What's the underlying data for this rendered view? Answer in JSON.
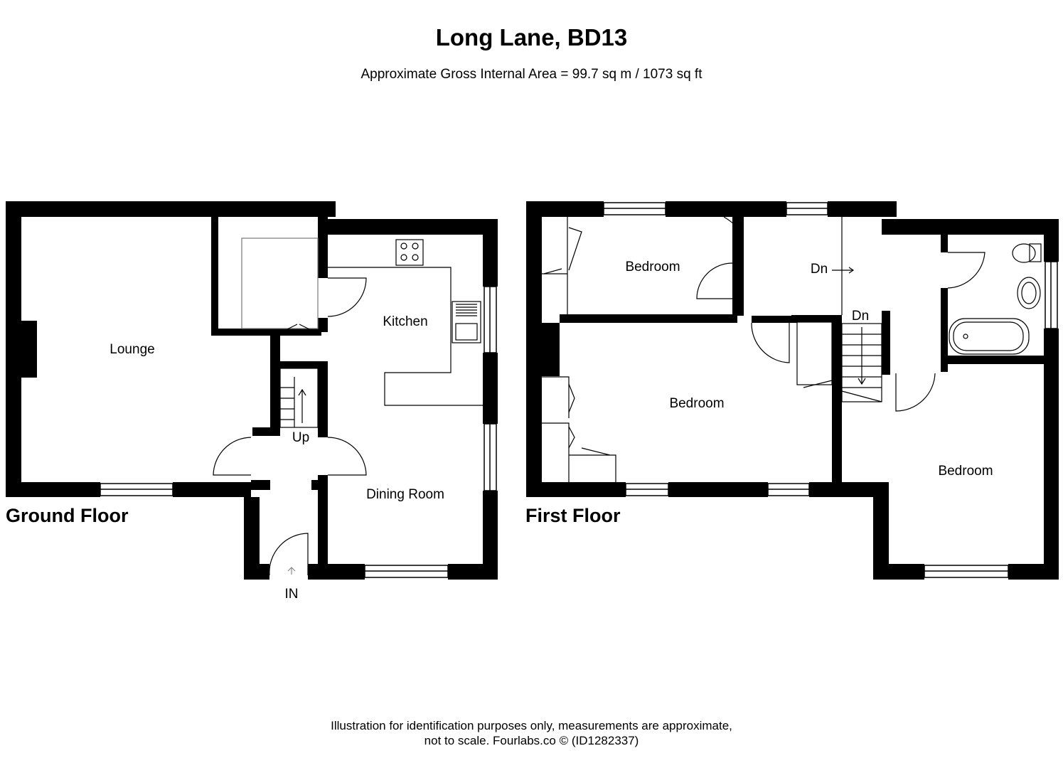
{
  "header": {
    "title": "Long Lane, BD13",
    "subtitle": "Approximate Gross Internal Area = 99.7 sq m / 1073 sq ft"
  },
  "floors": {
    "ground": {
      "label": "Ground Floor",
      "rooms": {
        "lounge": "Lounge",
        "kitchen": "Kitchen",
        "dining": "Dining Room"
      },
      "stairs_label": "Up",
      "entrance_label": "IN"
    },
    "first": {
      "label": "First Floor",
      "rooms": {
        "bedroom_top": "Bedroom",
        "bedroom_middle": "Bedroom",
        "bedroom_right": "Bedroom"
      },
      "stairs_label_landing": "Dn",
      "stairs_label_flight": "Dn"
    }
  },
  "footer": {
    "line1": "Illustration for identification purposes only, measurements are approximate,",
    "line2": "not to scale. Fourlabs.co © (ID1282337)"
  }
}
